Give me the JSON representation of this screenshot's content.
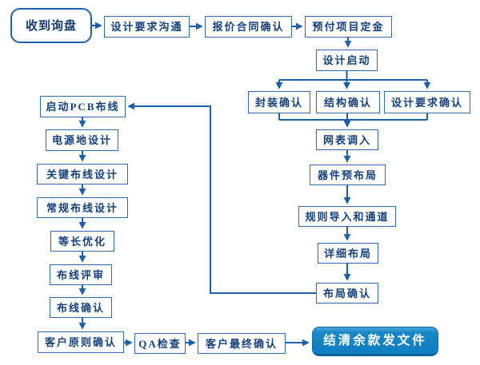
{
  "nodes": {
    "inquiry": "收到询盘",
    "design_comm": "设计要求沟通",
    "quote_confirm": "报价合同确认",
    "deposit": "预付项目定金",
    "kickoff": "设计启动",
    "package_confirm": "封装确认",
    "structure_confirm": "结构确认",
    "requirement_confirm": "设计要求确认",
    "netlist_import": "网表调入",
    "pre_placement": "器件预布局",
    "rules_import": "规则导入和通道",
    "detailed_placement": "详细布局",
    "placement_confirm": "布局确认",
    "start_routing": "启动PCB布线",
    "power_ground": "电源地设计",
    "critical_routing": "关键布线设计",
    "general_routing": "常规布线设计",
    "length_tuning": "等长优化",
    "routing_review": "布线评审",
    "routing_confirm": "布线确认",
    "client_principle_confirm": "客户原则确认",
    "qa_check": "QA检查",
    "client_final_confirm": "客户最终确认",
    "final_payment": "结清余款发文件"
  },
  "edges": [
    [
      "inquiry",
      "design_comm"
    ],
    [
      "design_comm",
      "quote_confirm"
    ],
    [
      "quote_confirm",
      "deposit"
    ],
    [
      "deposit",
      "kickoff"
    ],
    [
      "kickoff",
      "package_confirm"
    ],
    [
      "kickoff",
      "structure_confirm"
    ],
    [
      "kickoff",
      "requirement_confirm"
    ],
    [
      "package_confirm",
      "netlist_import"
    ],
    [
      "structure_confirm",
      "netlist_import"
    ],
    [
      "requirement_confirm",
      "netlist_import"
    ],
    [
      "netlist_import",
      "pre_placement"
    ],
    [
      "pre_placement",
      "rules_import"
    ],
    [
      "rules_import",
      "detailed_placement"
    ],
    [
      "detailed_placement",
      "placement_confirm"
    ],
    [
      "placement_confirm",
      "start_routing"
    ],
    [
      "start_routing",
      "power_ground"
    ],
    [
      "power_ground",
      "critical_routing"
    ],
    [
      "critical_routing",
      "general_routing"
    ],
    [
      "general_routing",
      "length_tuning"
    ],
    [
      "length_tuning",
      "routing_review"
    ],
    [
      "routing_review",
      "routing_confirm"
    ],
    [
      "routing_confirm",
      "client_principle_confirm"
    ],
    [
      "client_principle_confirm",
      "qa_check"
    ],
    [
      "qa_check",
      "client_final_confirm"
    ],
    [
      "client_final_confirm",
      "final_payment"
    ]
  ],
  "colors": {
    "line": "#1d5fa8",
    "box_border": "#2e6bb0",
    "box_text": "#14417e",
    "terminal_border": "#1d5fa8",
    "terminal_fill_top": "#45a3d6",
    "terminal_fill_bottom": "#0f7ec0",
    "terminal_text": "#ffffff",
    "background": "#ffffff"
  }
}
